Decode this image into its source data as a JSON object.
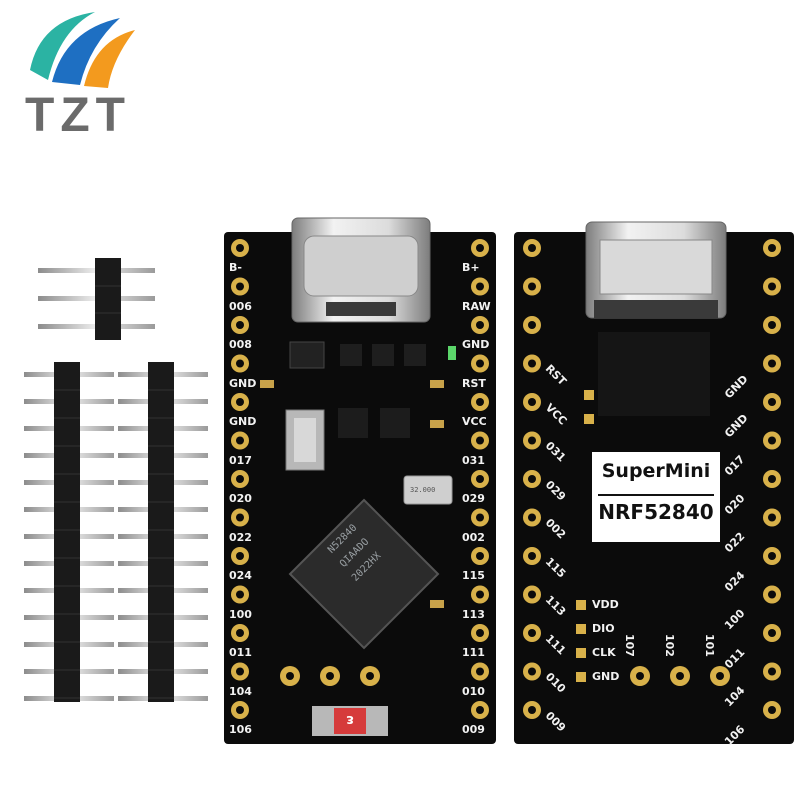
{
  "logo": {
    "text": "TZT",
    "colors": {
      "teal": "#2bb3a3",
      "blue": "#1e6fc2",
      "orange": "#f39a1e",
      "gray": "#6b6b6b"
    }
  },
  "front_board": {
    "left_labels": [
      "B-",
      "006",
      "008",
      "GND",
      "GND",
      "017",
      "020",
      "022",
      "024",
      "100",
      "011",
      "104",
      "106"
    ],
    "right_labels": [
      "B+",
      "RAW",
      "GND",
      "RST",
      "VCC",
      "031",
      "029",
      "002",
      "115",
      "113",
      "111",
      "010",
      "009"
    ],
    "chip_text": [
      "N52840",
      "QIAADO",
      "2022HX"
    ],
    "crystal_text": "32.000",
    "fuse_text": "ε"
  },
  "back_board": {
    "brand_line1": "SuperMini",
    "brand_line2": "NRF52840",
    "left_labels": [
      "RST",
      "VCC",
      "031",
      "029",
      "002",
      "115",
      "113",
      "111",
      "010",
      "009"
    ],
    "right_labels": [
      "GND",
      "GND",
      "017",
      "020",
      "022",
      "024",
      "100",
      "011",
      "104",
      "106"
    ],
    "debug_pads": [
      "VDD",
      "DIO",
      "CLK",
      "GND"
    ],
    "bottom_pad_labels": [
      "107",
      "102",
      "101"
    ]
  },
  "colors": {
    "pcb": "#0b0b0b",
    "gold": "#d8b14a",
    "pin_black": "#1a1a1a",
    "pin_metal": "#c9c9c9",
    "fuse_red": "#d63b3b"
  }
}
